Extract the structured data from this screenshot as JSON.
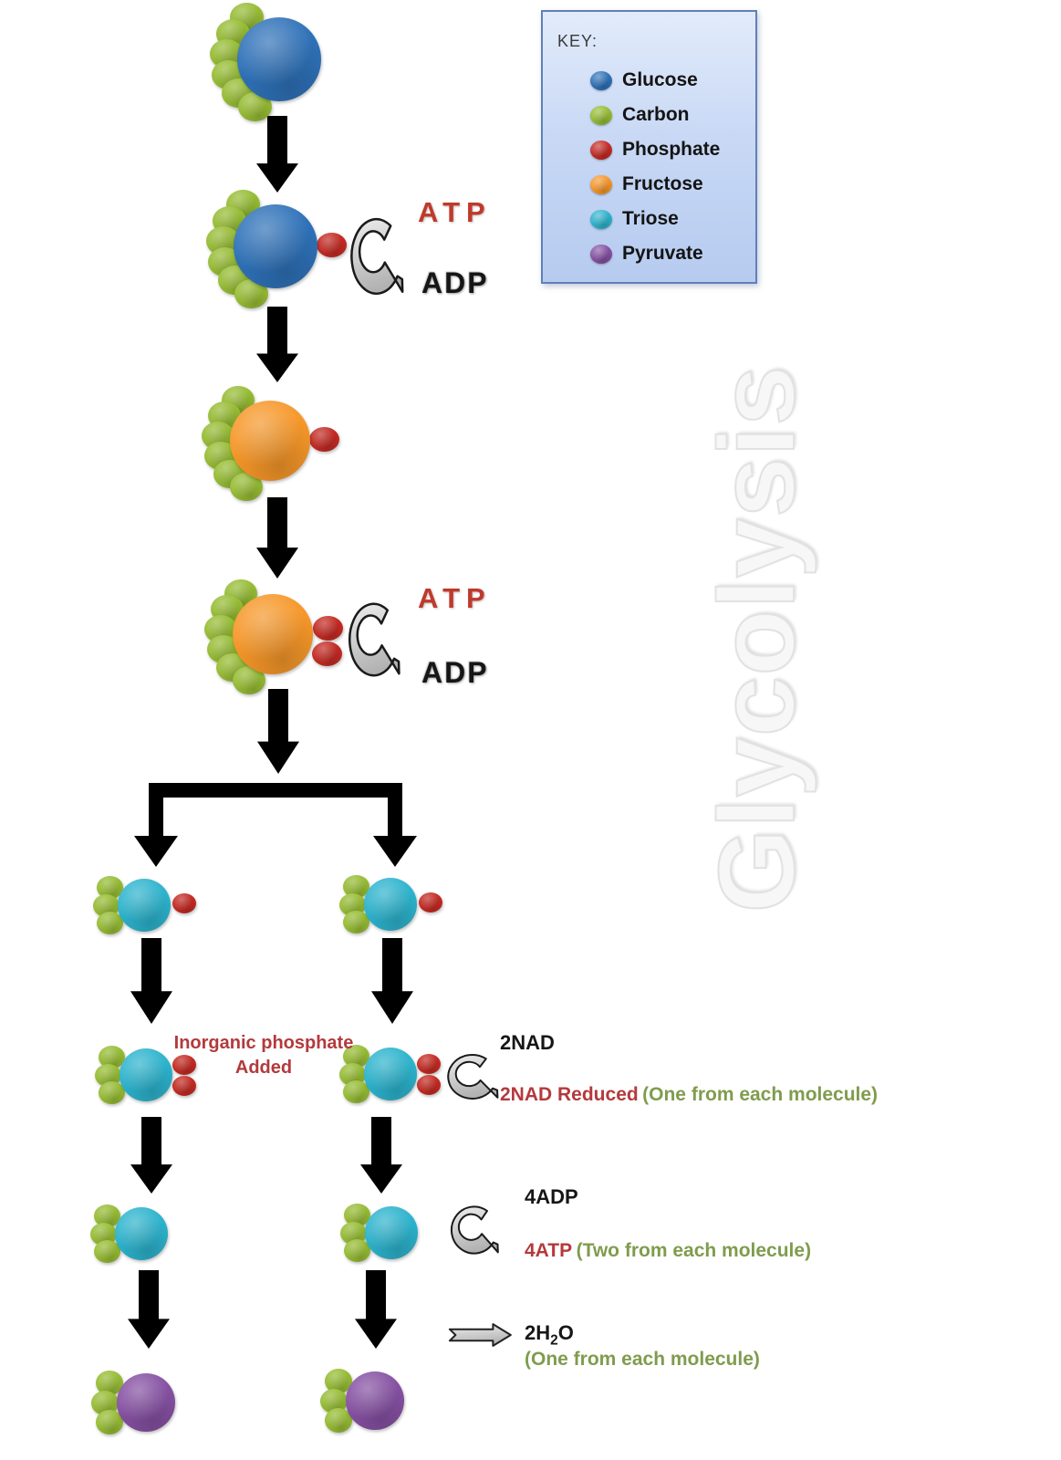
{
  "title": "Glycolysis",
  "key": {
    "heading": "KEY:",
    "items": [
      {
        "label": "Glucose",
        "color": "#2e71b8"
      },
      {
        "label": "Carbon",
        "color": "#96bc33"
      },
      {
        "label": "Phosphate",
        "color": "#c42a23"
      },
      {
        "label": "Fructose",
        "color": "#f69729"
      },
      {
        "label": "Triose",
        "color": "#2cb3cd"
      },
      {
        "label": "Pyruvate",
        "color": "#8550a2"
      }
    ]
  },
  "labels": {
    "atp": "ATP",
    "adp": "ADP",
    "inorganic_line1": "Inorganic phosphate",
    "inorganic_line2": "Added",
    "nad_in": "2NAD",
    "nad_reduced": "2NAD Reduced",
    "nad_note": "(One from each molecule)",
    "adp_in": "4ADP",
    "atp_out": "4ATP",
    "atp_note": "(Two from each molecule)",
    "water_pre": "2H",
    "water_sub": "2",
    "water_post": "O",
    "water_note": "(One from each molecule)"
  },
  "molecules": [
    {
      "name": "glucose",
      "base": "glucose",
      "carbons": 6,
      "phosphates": 0
    },
    {
      "name": "glucose-phosphorylated",
      "base": "glucose",
      "carbons": 6,
      "phosphates": 1
    },
    {
      "name": "fructose-phosphate",
      "base": "fructose",
      "carbons": 6,
      "phosphates": 1
    },
    {
      "name": "fructose-bisphosphate",
      "base": "fructose",
      "carbons": 6,
      "phosphates": 2
    },
    {
      "name": "triose-phosphate-left",
      "base": "triose",
      "carbons": 3,
      "phosphates": 1
    },
    {
      "name": "triose-phosphate-right",
      "base": "triose",
      "carbons": 3,
      "phosphates": 1
    },
    {
      "name": "triose-bisphosphate-left",
      "base": "triose",
      "carbons": 3,
      "phosphates": 2
    },
    {
      "name": "triose-bisphosphate-right",
      "base": "triose",
      "carbons": 3,
      "phosphates": 2
    },
    {
      "name": "triose-left",
      "base": "triose",
      "carbons": 3,
      "phosphates": 0
    },
    {
      "name": "triose-right",
      "base": "triose",
      "carbons": 3,
      "phosphates": 0
    },
    {
      "name": "pyruvate-left",
      "base": "pyruvate",
      "carbons": 3,
      "phosphates": 0
    },
    {
      "name": "pyruvate-right",
      "base": "pyruvate",
      "carbons": 3,
      "phosphates": 0
    }
  ],
  "colors": {
    "glucose": "#2e71b8",
    "carbon": "#96bc33",
    "phosphate": "#c42a23",
    "fructose": "#f69729",
    "triose": "#2cb3cd",
    "pyruvate": "#8550a2",
    "atp_text": "#c0392b",
    "note_red": "#b4393c",
    "note_green": "#7f9c4d",
    "key_border": "#6080b8",
    "key_background": "#c9d9f5",
    "arrow_fill": "#000000",
    "curved_arrow_fill": "#c9c9c9",
    "watermark": "#f7f7f7"
  }
}
